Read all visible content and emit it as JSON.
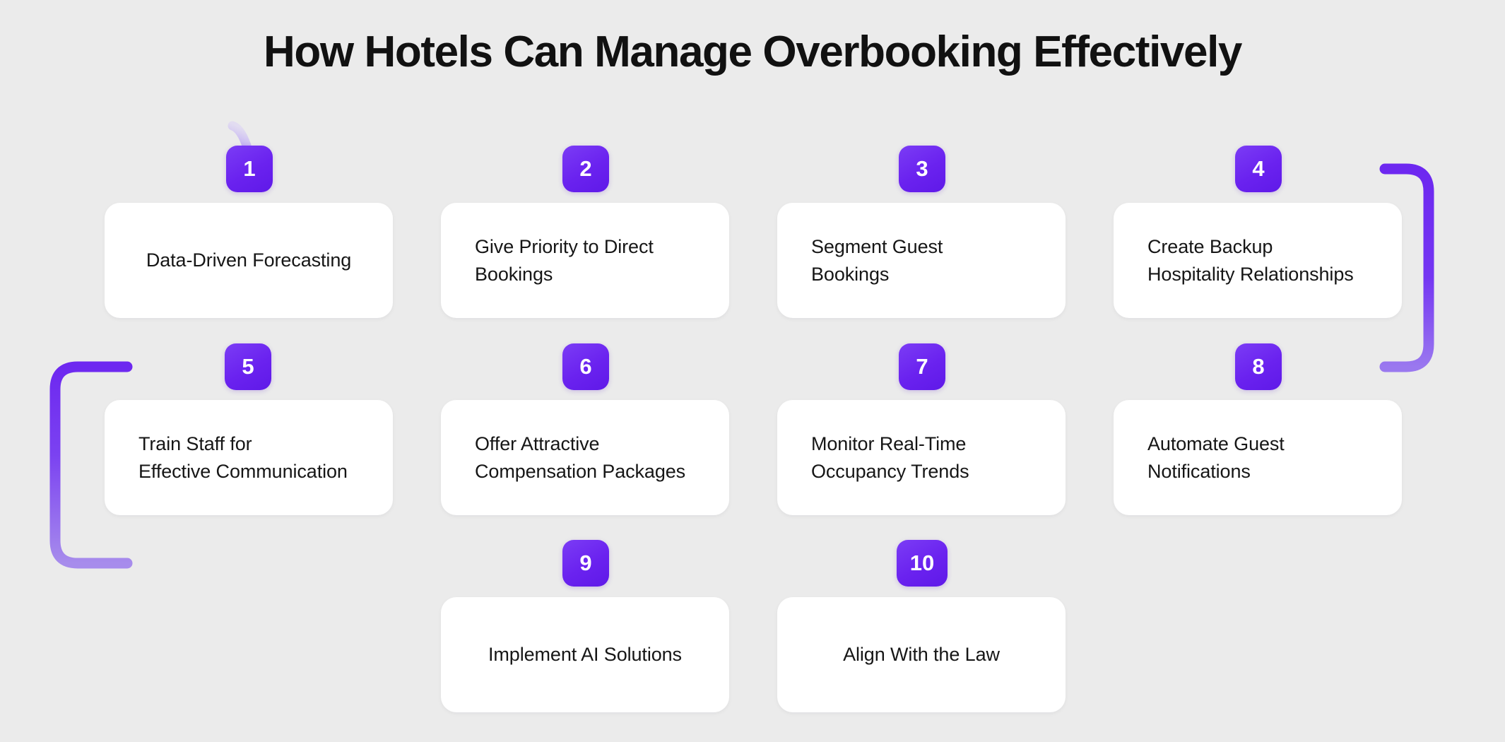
{
  "title": "How Hotels Can Manage Overbooking Effectively",
  "theme": {
    "background": "#ebebeb",
    "card_background": "#ffffff",
    "badge_purple_dark": "#5f19e8",
    "badge_purple_light": "#7b3cf5",
    "line_strong": "#6d28f0",
    "line_faded": "#a78cec",
    "title_color": "#111111",
    "card_text_color": "#161616"
  },
  "rows": [
    {
      "row_index": 1,
      "steps": [
        {
          "number": "1",
          "text": "Data-Driven Forecasting",
          "centered": true
        },
        {
          "number": "2",
          "text": "Give Priority to Direct\nBookings",
          "centered": false
        },
        {
          "number": "3",
          "text": "Segment Guest\nBookings",
          "centered": false
        },
        {
          "number": "4",
          "text": "Create Backup\nHospitality Relationships",
          "centered": false
        }
      ]
    },
    {
      "row_index": 2,
      "steps": [
        {
          "number": "5",
          "text": "Train Staff for\nEffective Communication",
          "centered": false
        },
        {
          "number": "6",
          "text": "Offer Attractive\nCompensation Packages",
          "centered": false
        },
        {
          "number": "7",
          "text": "Monitor Real-Time\nOccupancy Trends",
          "centered": false
        },
        {
          "number": "8",
          "text": "Automate Guest\nNotifications",
          "centered": false
        }
      ]
    },
    {
      "row_index": 3,
      "steps": [
        {
          "number": "9",
          "text": "Implement AI Solutions",
          "centered": true
        },
        {
          "number": "10",
          "text": "Align With the Law",
          "centered": true
        }
      ]
    }
  ],
  "flow": {
    "direction_row1": "left-to-right",
    "direction_row2": "right-to-left",
    "direction_row3": "left-to-right",
    "total_steps": 10
  }
}
